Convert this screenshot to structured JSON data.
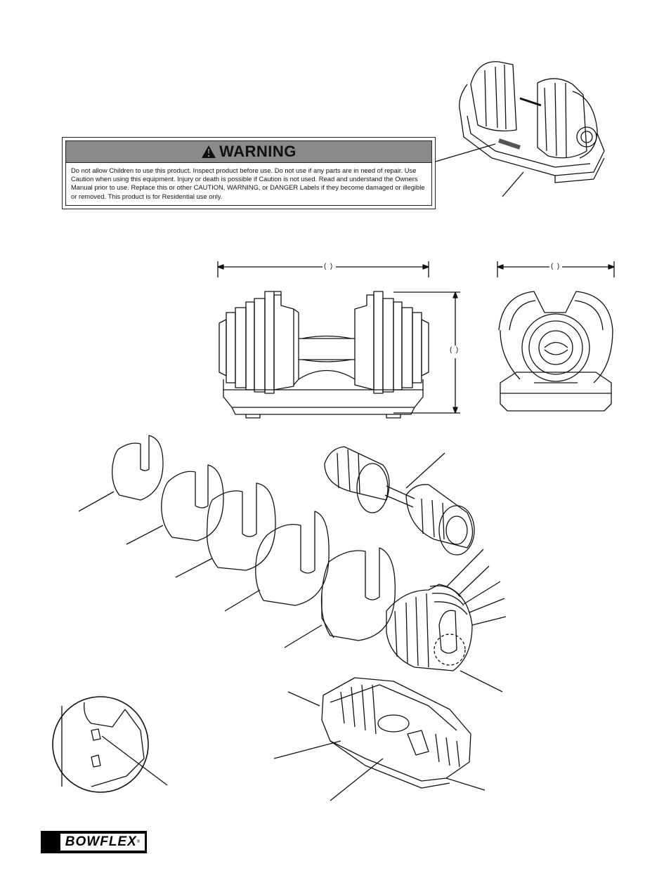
{
  "warning": {
    "title": "WARNING",
    "text": "Do not allow Children to use this product. Inspect product before use. Do not use if any parts are in need of repair. Use Caution when using this equipment. Injury or death is possible if Caution is not used. Read and understand the Owners Manual prior to use. Replace this or other CAUTION, WARNING, or DANGER Labels if they become damaged or illegible or removed. This product is for Residential use only."
  },
  "brand": {
    "logo_text": "BOWFLEX",
    "trademark": "®"
  },
  "icons": [
    "warning-triangle-icon"
  ],
  "colors": {
    "warning_band": "#8a8a8a",
    "ink": "#111111"
  }
}
